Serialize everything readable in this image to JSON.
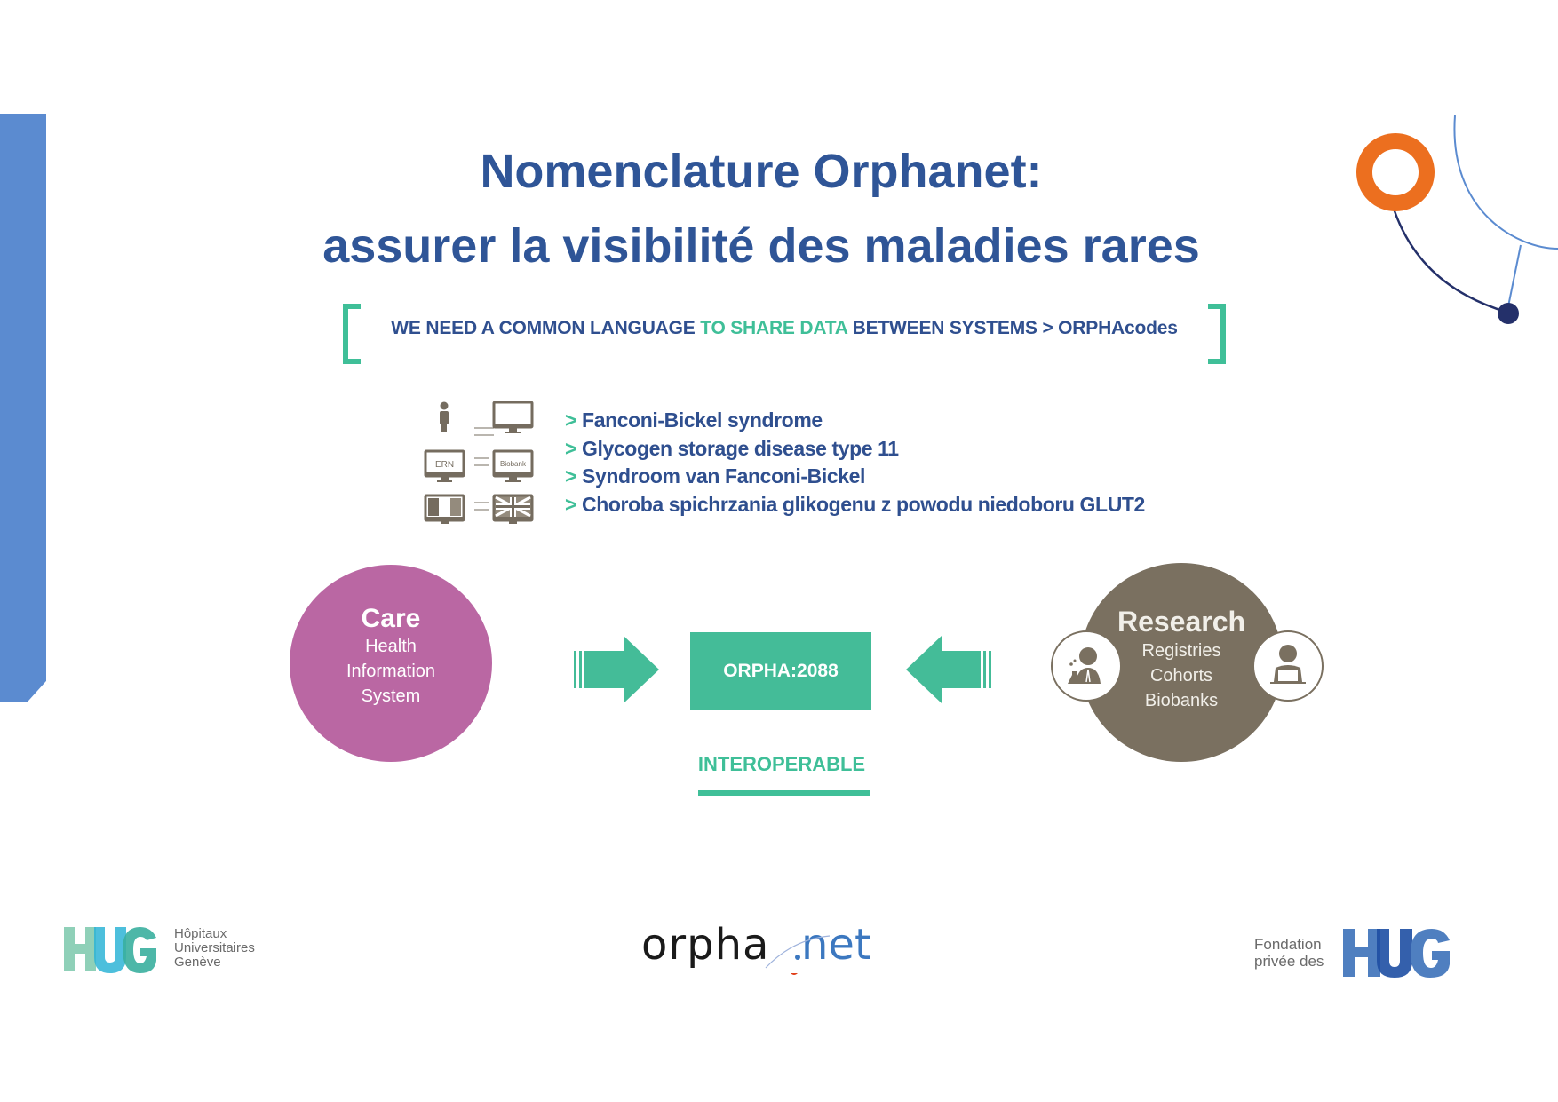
{
  "title": {
    "line1": "Nomenclature Orphanet:",
    "line2": "assurer la visibilité des maladies rares"
  },
  "banner": {
    "part1": "WE NEED A COMMON LANGUAGE ",
    "part2_accent": "TO SHARE DATA",
    "part3": " BETWEEN SYSTEMS > ORPHAcodes"
  },
  "exchange_icons": {
    "ern_label": "ERN",
    "biobank_label": "Biobank"
  },
  "disease_names": [
    {
      "prefix": ">",
      "text": "Fanconi-Bickel syndrome"
    },
    {
      "prefix": ">",
      "text": "Glycogen storage disease type 11"
    },
    {
      "prefix": ">",
      "text": "Syndroom van Fanconi-Bickel"
    },
    {
      "prefix": ">",
      "text": "Choroba spichrzania glikogenu z powodu niedoboru GLUT2"
    }
  ],
  "care": {
    "heading": "Care",
    "lines": [
      "Health",
      "Information",
      "System"
    ]
  },
  "center": {
    "code": "ORPHA:2088",
    "label": "INTEROPERABLE"
  },
  "research": {
    "heading": "Research",
    "lines": [
      "Registries",
      "Cohorts",
      "Biobanks"
    ]
  },
  "logos": {
    "hug_left_mark": "HUG",
    "hug_left_text": [
      "Hôpitaux",
      "Universitaires",
      "Genève"
    ],
    "orphanet_a": "orpha",
    "orphanet_b": "net",
    "hug_right_text": [
      "Fondation",
      "privée des"
    ],
    "hug_right_mark": "HUG"
  },
  "colors": {
    "title_blue": "#2f5597",
    "teal": "#3fbf98",
    "care_purple": "#ba67a3",
    "research_taupe": "#7a7060",
    "sidebar_blue": "#5b8bd0",
    "orange": "#ec6f1f",
    "navy": "#24306a"
  }
}
